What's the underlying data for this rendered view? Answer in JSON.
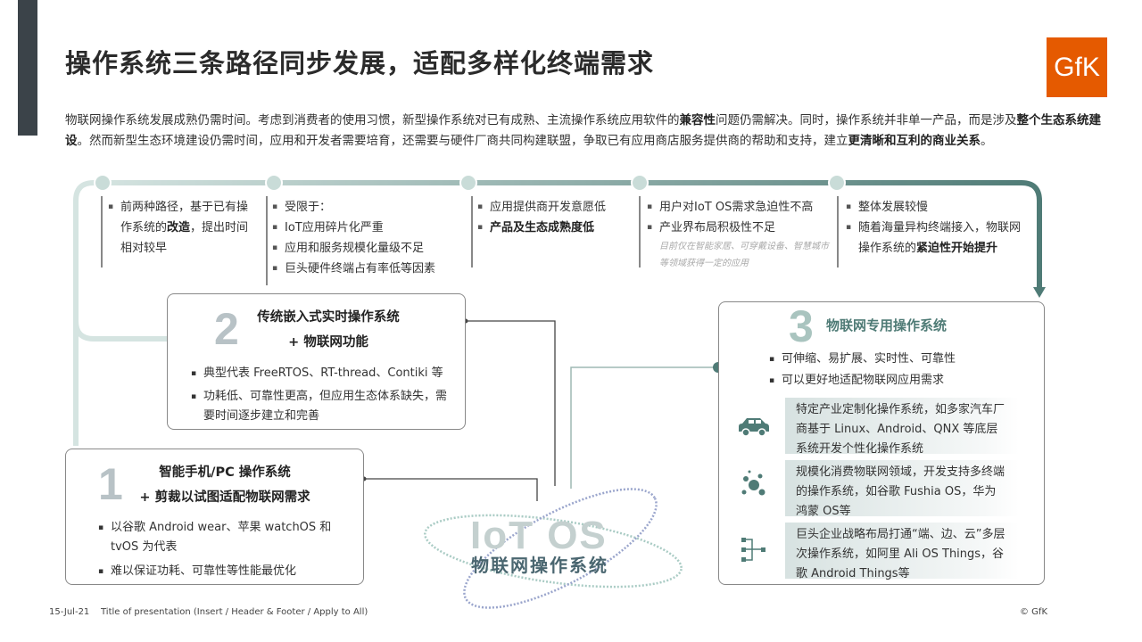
{
  "title": "操作系统三条路径同步发展，适配多样化终端需求",
  "logo": "GfK",
  "intro": {
    "p1": "物联网操作系统发展成熟仍需时间。考虑到消费者的使用习惯，新型操作系统对已有成熟、主流操作系统应用软件的",
    "b1": "兼容性",
    "p2": "问题仍需解决。同时，操作系统并非单一产品，而是涉及",
    "b2": "整个生态系统建设",
    "p3": "。然而新型生态环境建设仍需时间，应用和开发者需要培育，还需要与硬件厂商共同构建联盟，争取已有应用商店服务提供商的帮助和支持，建立",
    "b3": "更清晰和互利的商业关系",
    "p4": "。"
  },
  "timeline": [
    {
      "a": "前两种路径，基于已有操作系统的",
      "b": "改造",
      "c": "，提出时间相对较早"
    },
    {
      "items": [
        "受限于：",
        "IoT应用碎片化严重",
        "应用和服务规模化量级不足",
        "巨头硬件终端占有率低等因素"
      ]
    },
    {
      "items": [
        "应用提供商开发意愿低"
      ],
      "bold": "产品及生态成熟度低"
    },
    {
      "items": [
        "用户对IoT OS需求急迫性不高",
        "产业界布局积极性不足"
      ],
      "note": "目前仅在智能家居、可穿戴设备、智慧城市等领域获得一定的应用"
    },
    {
      "items": [
        "整体发展较慢"
      ],
      "a": "随着海量异构终端接入，物联网操作系统的",
      "b": "紧迫性开始提升"
    }
  ],
  "box1": {
    "num": "1",
    "head1": "智能手机/PC 操作系统",
    "head2": "+ 剪裁以试图适配物联网需求",
    "items": [
      "以谷歌 Android wear、苹果 watchOS 和 tvOS 为代表",
      "难以保证功耗、可靠性等性能最优化"
    ]
  },
  "box2": {
    "num": "2",
    "head1": "传统嵌入式实时操作系统",
    "head2": "+ 物联网功能",
    "items": [
      "典型代表 FreeRTOS、RT-thread、Contiki 等",
      "功耗低、可靠性更高，但应用生态体系缺失，需要时间逐步建立和完善"
    ]
  },
  "box3": {
    "num": "3",
    "head": "物联网专用操作系统",
    "items": [
      "可伸缩、易扩展、实时性、可靠性",
      "可以更好地适配物联网应用需求"
    ],
    "strips": [
      "特定产业定制化操作系统，如多家汽车厂商基于 Linux、Android、QNX 等底层系统开发个性化操作系统",
      "规模化消费物联网领域，开发支持多终端的操作系统，如谷歌 Fushia OS，华为 鸿蒙 OS等",
      "巨头企业战略布局打通“端、边、云”多层次操作系统，如阿里 Ali OS Things，谷歌 Android Things等"
    ],
    "icons": [
      "car-icon",
      "molecule-icon",
      "hierarchy-icon"
    ]
  },
  "center": {
    "en": "IoT OS",
    "cn": "物联网操作系统"
  },
  "footer": {
    "date": "15-Jul-21",
    "text": "Title of presentation (Insert / Header & Footer / Apply to All)",
    "copy": "© GfK"
  },
  "colors": {
    "accent": "#4f7b76",
    "light": "#c9dcd8",
    "orange": "#e55a00"
  }
}
